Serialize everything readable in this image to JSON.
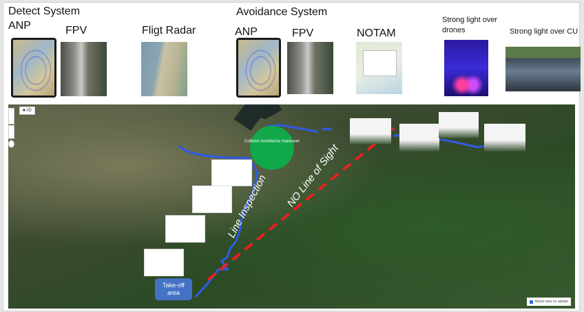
{
  "detect": {
    "title": "Detect System",
    "items": [
      {
        "label": "ANP"
      },
      {
        "label": "FPV"
      },
      {
        "label": "Fligt Radar"
      }
    ]
  },
  "avoid": {
    "title": "Avoidance System",
    "items": [
      {
        "label": "ANP"
      },
      {
        "label": "FPV"
      },
      {
        "label": "NOTAM"
      },
      {
        "label": "Strong light over drones"
      },
      {
        "label": "Strong light over CU"
      }
    ]
  },
  "map": {
    "view_toggle": "2D",
    "collision_label": "Collision Avoidance maneuver",
    "takeoff_label": "Take-off area",
    "line_inspection": "Line Inspection",
    "no_los": "NO Line of Sight",
    "reset_view": "Reset view on update",
    "colors": {
      "path": "#2f5be6",
      "los": "#e8201e",
      "circle": "#11a84a",
      "takeoff": "#4472c4"
    }
  }
}
